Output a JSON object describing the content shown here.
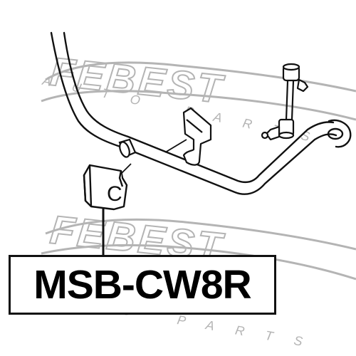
{
  "watermark": {
    "brand": "FEBEST",
    "tagline": "AUTO PARTS",
    "color": "#b4b4b4"
  },
  "part": {
    "number": "MSB-CW8R",
    "highlighted_component": "stabilizer-bushing",
    "highlight_letter": "C"
  },
  "colors": {
    "line": "#111111",
    "background": "#ffffff"
  }
}
